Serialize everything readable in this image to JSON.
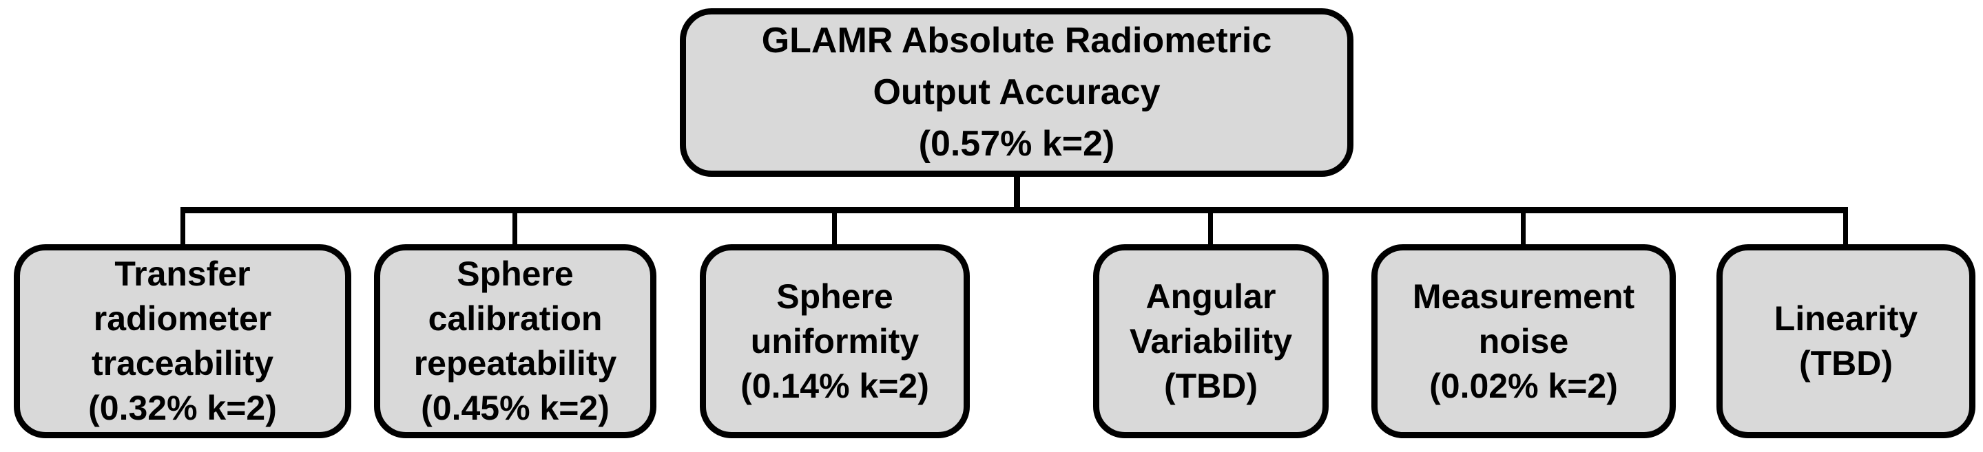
{
  "diagram": {
    "type": "tree",
    "root": {
      "text": "GLAMR Absolute Radiometric\nOutput Accuracy\n(0.57% k=2)",
      "label": "GLAMR Absolute Radiometric Output Accuracy",
      "value": "0.57% k=2"
    },
    "children": [
      {
        "text": "Transfer\nradiometer\ntraceability\n(0.32% k=2)",
        "label": "Transfer radiometer traceability",
        "value": "0.32% k=2"
      },
      {
        "text": "Sphere\ncalibration\nrepeatability\n(0.45% k=2)",
        "label": "Sphere calibration repeatability",
        "value": "0.45% k=2"
      },
      {
        "text": "Sphere\nuniformity\n(0.14% k=2)",
        "label": "Sphere uniformity",
        "value": "0.14% k=2"
      },
      {
        "text": "Angular\nVariability\n(TBD)",
        "label": "Angular Variability",
        "value": "TBD"
      },
      {
        "text": "Measurement\nnoise\n(0.02% k=2)",
        "label": "Measurement noise",
        "value": "0.02% k=2"
      },
      {
        "text": "Linearity\n(TBD)",
        "label": "Linearity",
        "value": "TBD"
      }
    ],
    "colors": {
      "box_fill": "#d9d9d9",
      "box_border": "#000000",
      "connector": "#000000",
      "text": "#000000",
      "background": "#ffffff"
    }
  }
}
